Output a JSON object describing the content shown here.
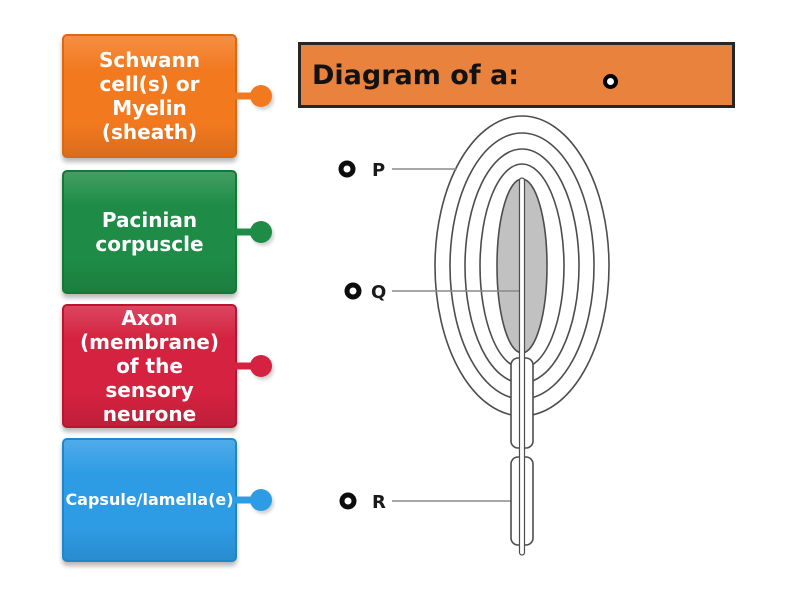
{
  "header": {
    "title": "Diagram of a:",
    "fill": "#E8823C",
    "border": "#262626"
  },
  "labels": [
    {
      "text": "Schwann\ncell(s) or\nMyelin\n(sheath)",
      "fill": "#F3791F",
      "border": "#DE680F"
    },
    {
      "text": "Pacinian\ncorpuscle",
      "fill": "#1E8C46",
      "border": "#147839"
    },
    {
      "text": "Axon\n(membrane)\nof the sensory\nneurone",
      "fill": "#D42240",
      "border": "#BA1430"
    },
    {
      "text": "Capsule/lamella(e)",
      "fill": "#2E9CE5",
      "border": "#1F86CC"
    }
  ],
  "diagram": {
    "markers": [
      {
        "letter": "P"
      },
      {
        "letter": "Q"
      },
      {
        "letter": "R"
      }
    ],
    "outline_color": "#4d4d4d",
    "core_fill": "#c1c1c1",
    "leader_color": "#8a8a8a"
  }
}
